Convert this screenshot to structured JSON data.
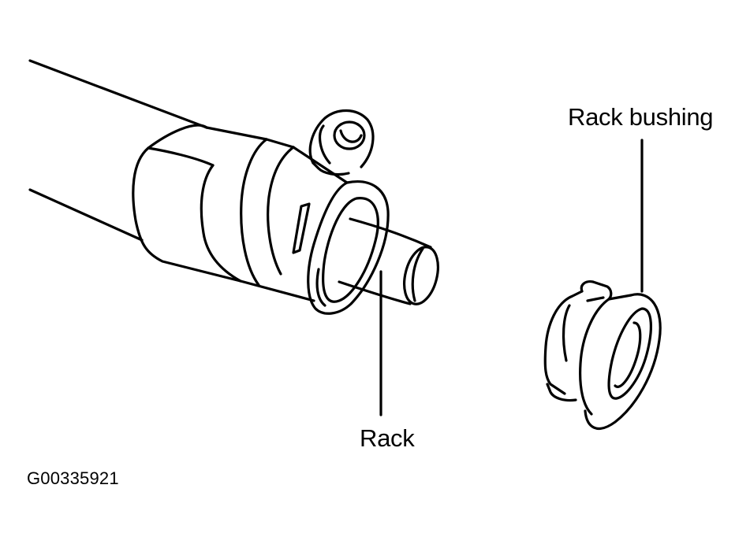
{
  "labels": {
    "rack_bushing": "Rack bushing",
    "rack": "Rack",
    "figure_code": "G00335921"
  },
  "colors": {
    "line": "#000000",
    "background": "#ffffff"
  }
}
